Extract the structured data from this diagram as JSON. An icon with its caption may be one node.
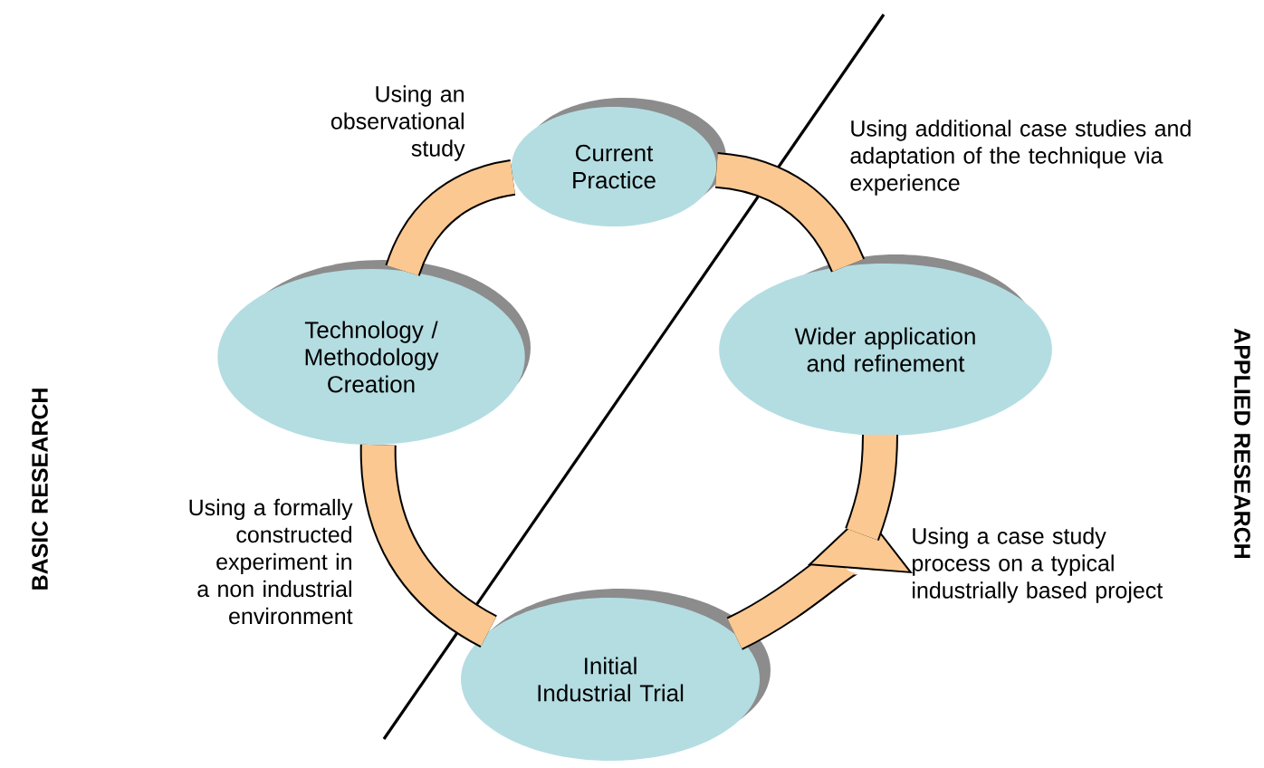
{
  "diagram": {
    "nodes": [
      {
        "text": [
          "Current Practice"
        ]
      },
      {
        "text": [
          "Technology / Methodology Creation"
        ]
      },
      {
        "text": [
          "Wider application and refinement"
        ]
      },
      {
        "text": [
          "Initial Industrial Trial"
        ]
      }
    ],
    "edges": [
      {
        "from": 0,
        "to": 1,
        "arrow": "none",
        "label": "Using an observational study"
      },
      {
        "from": 1,
        "to": 3,
        "arrow": "none",
        "label": "Using a formally constructed experiment in a non industrial environment"
      },
      {
        "from": 3,
        "to": 2,
        "arrow": "to",
        "label": "Using a case study process on a typical industrially based project"
      },
      {
        "from": 2,
        "to": 0,
        "arrow": "none",
        "label": "Using additional case studies and adaptation of the technique via experience"
      }
    ],
    "labels": [
      "BASIC RESEARCH",
      "APPLIED RESEARCH"
    ]
  }
}
